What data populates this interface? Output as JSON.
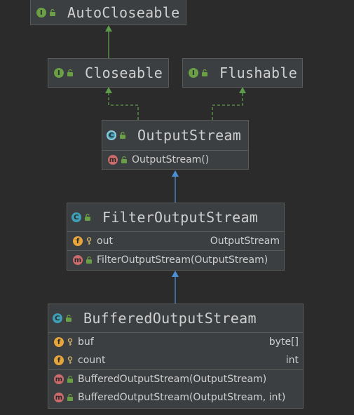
{
  "colors": {
    "interface_badge": "#6a9f45",
    "class_badge": "#3e9fb7",
    "field_badge": "#e6a53b",
    "method_badge": "#cc6b6b",
    "implements_arrow": "#5f9b4c",
    "extends_arrow": "#4d8fd4"
  },
  "nodes": {
    "autocloseable": {
      "kind": "interface",
      "badge": "I",
      "name": "AutoCloseable"
    },
    "closeable": {
      "kind": "interface",
      "badge": "I",
      "name": "Closeable"
    },
    "flushable": {
      "kind": "interface",
      "badge": "I",
      "name": "Flushable"
    },
    "outputstream": {
      "kind": "class",
      "badge": "C",
      "name": "OutputStream",
      "methods": [
        {
          "badge": "m",
          "visibility": "public",
          "name": "OutputStream()"
        }
      ]
    },
    "filteroutputstream": {
      "kind": "class",
      "badge": "C",
      "name": "FilterOutputStream",
      "fields": [
        {
          "badge": "f",
          "visibility": "protected",
          "name": "out",
          "type": "OutputStream"
        }
      ],
      "methods": [
        {
          "badge": "m",
          "visibility": "public",
          "name": "FilterOutputStream(OutputStream)"
        }
      ]
    },
    "bufferedoutputstream": {
      "kind": "class",
      "badge": "C",
      "name": "BufferedOutputStream",
      "fields": [
        {
          "badge": "f",
          "visibility": "protected",
          "name": "buf",
          "type": "byte[]"
        },
        {
          "badge": "f",
          "visibility": "protected",
          "name": "count",
          "type": "int"
        }
      ],
      "methods": [
        {
          "badge": "m",
          "visibility": "public",
          "name": "BufferedOutputStream(OutputStream)"
        },
        {
          "badge": "m",
          "visibility": "public",
          "name": "BufferedOutputStream(OutputStream, int)"
        }
      ]
    }
  },
  "edges": [
    {
      "from": "closeable",
      "to": "autocloseable",
      "relation": "extends-interface"
    },
    {
      "from": "outputstream",
      "to": "closeable",
      "relation": "implements"
    },
    {
      "from": "outputstream",
      "to": "flushable",
      "relation": "implements"
    },
    {
      "from": "filteroutputstream",
      "to": "outputstream",
      "relation": "extends"
    },
    {
      "from": "bufferedoutputstream",
      "to": "filteroutputstream",
      "relation": "extends"
    }
  ]
}
